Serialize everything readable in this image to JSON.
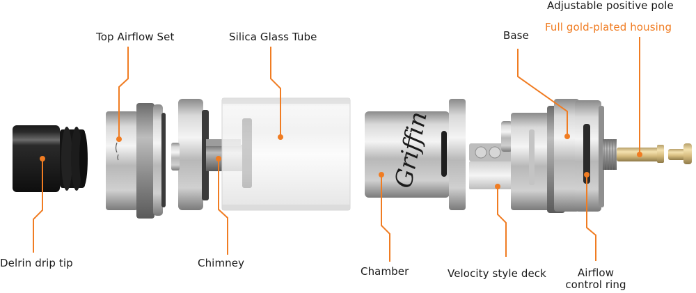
{
  "diagram": {
    "type": "exploded-view",
    "accent_color": "#f07c22",
    "labels": {
      "adjustable_pole": "Adjustable positive pole",
      "gold_housing": "Full gold-plated housing",
      "top_airflow": "Top Airflow Set",
      "glass_tube": "Silica Glass Tube",
      "base": "Base",
      "drip_tip": "Delrin drip tip",
      "chimney": "Chimney",
      "chamber": "Chamber",
      "velocity_deck": "Velocity style deck",
      "airflow_ring_line1": "Airflow",
      "airflow_ring_line2": "control ring"
    },
    "chamber_engraving": "Griffin",
    "parts": [
      "Delrin drip tip",
      "Top Airflow Set",
      "Chimney",
      "Silica Glass Tube",
      "Chamber",
      "Velocity style deck",
      "Base",
      "Airflow control ring",
      "Adjustable positive pole",
      "Full gold-plated housing"
    ]
  }
}
